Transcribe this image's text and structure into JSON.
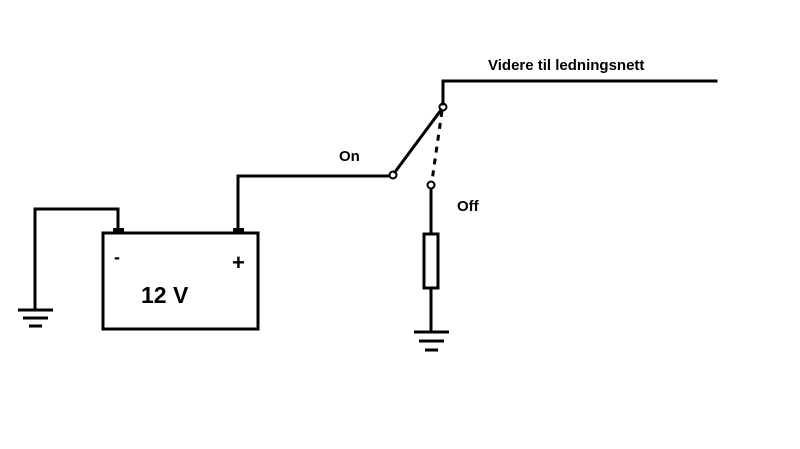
{
  "labels": {
    "output_line": "Videre til ledningsnett",
    "switch_on": "On",
    "switch_off": "Off",
    "battery_voltage": "12 V",
    "battery_negative": "-",
    "battery_positive": "+"
  }
}
